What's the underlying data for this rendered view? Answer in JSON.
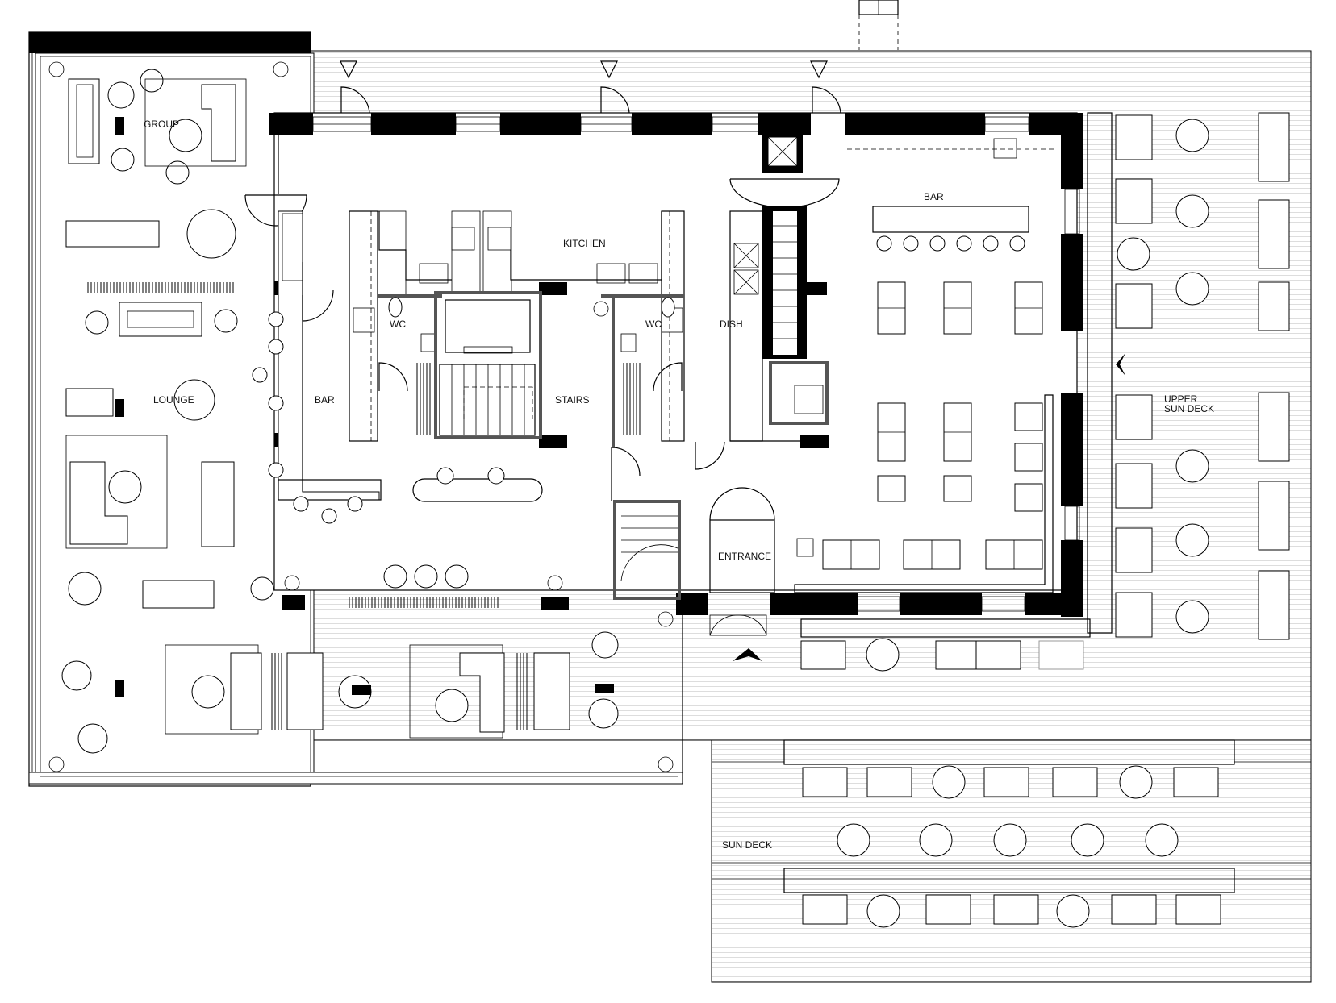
{
  "labels": {
    "group": "GROUP",
    "lounge": "LOUNGE",
    "bar_west": "BAR",
    "wc_left": "WC",
    "wc_right": "WC",
    "kitchen": "KITCHEN",
    "stairs": "STAIRS",
    "dish": "DISH",
    "bar_east": "BAR",
    "entrance": "ENTRANCE",
    "upper_sun_deck_line1": "UPPER",
    "upper_sun_deck_line2": "SUN DECK",
    "sun_deck": "SUN DECK"
  }
}
